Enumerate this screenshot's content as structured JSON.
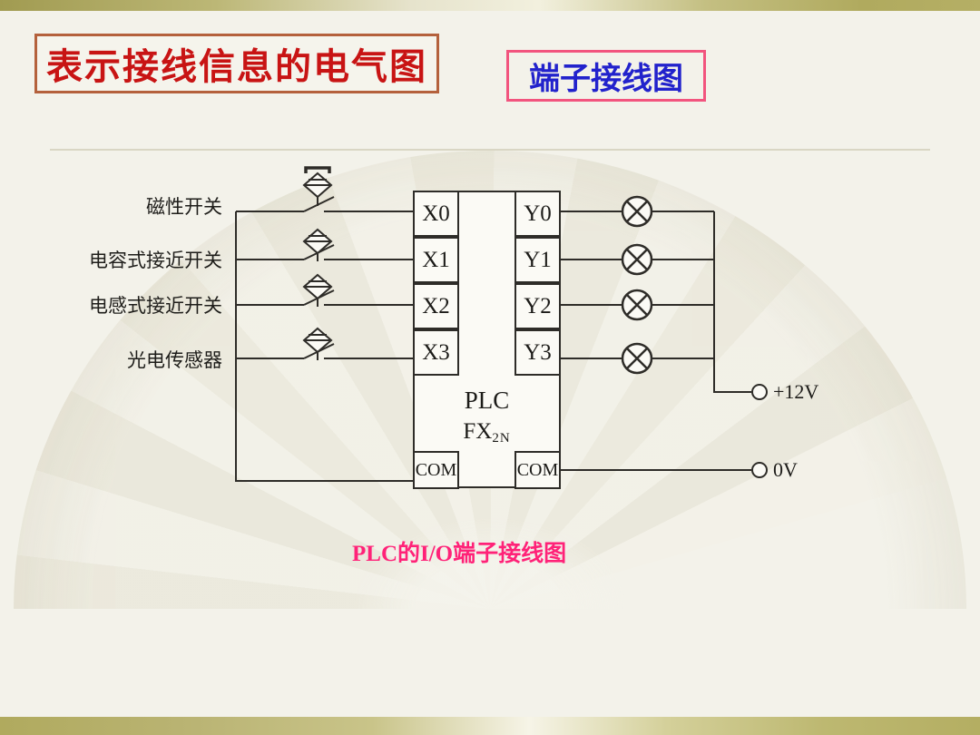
{
  "slide": {
    "title": "表示接线信息的电气图",
    "subtitle": "端子接线图",
    "caption": "PLC的I/O端子接线图"
  },
  "colors": {
    "background": "#f3f2ea",
    "title_text": "#c81414",
    "title_border": "#b4613c",
    "subtitle_text": "#2222cc",
    "subtitle_border": "#f2547e",
    "caption_text": "#ff2278",
    "wire": "#2e2c28",
    "bar_olive": "#aba55b"
  },
  "diagram": {
    "inputs": [
      {
        "terminal": "X0",
        "label": "磁性开关",
        "sensor_icon": "magnetic-switch-icon"
      },
      {
        "terminal": "X1",
        "label": "电容式接近开关",
        "sensor_icon": "proximity-switch-icon"
      },
      {
        "terminal": "X2",
        "label": "电感式接近开关",
        "sensor_icon": "proximity-switch-icon"
      },
      {
        "terminal": "X3",
        "label": "光电传感器",
        "sensor_icon": "proximity-switch-icon"
      }
    ],
    "outputs": [
      {
        "terminal": "Y0",
        "load_icon": "lamp-icon"
      },
      {
        "terminal": "Y1",
        "load_icon": "lamp-icon"
      },
      {
        "terminal": "Y2",
        "load_icon": "lamp-icon"
      },
      {
        "terminal": "Y3",
        "load_icon": "lamp-icon"
      }
    ],
    "plc": {
      "name": "PLC",
      "model_base": "FX",
      "model_sub": "2N"
    },
    "com_left": "COM",
    "com_right": "COM",
    "power_positive": "+12V",
    "power_negative": "0V"
  }
}
